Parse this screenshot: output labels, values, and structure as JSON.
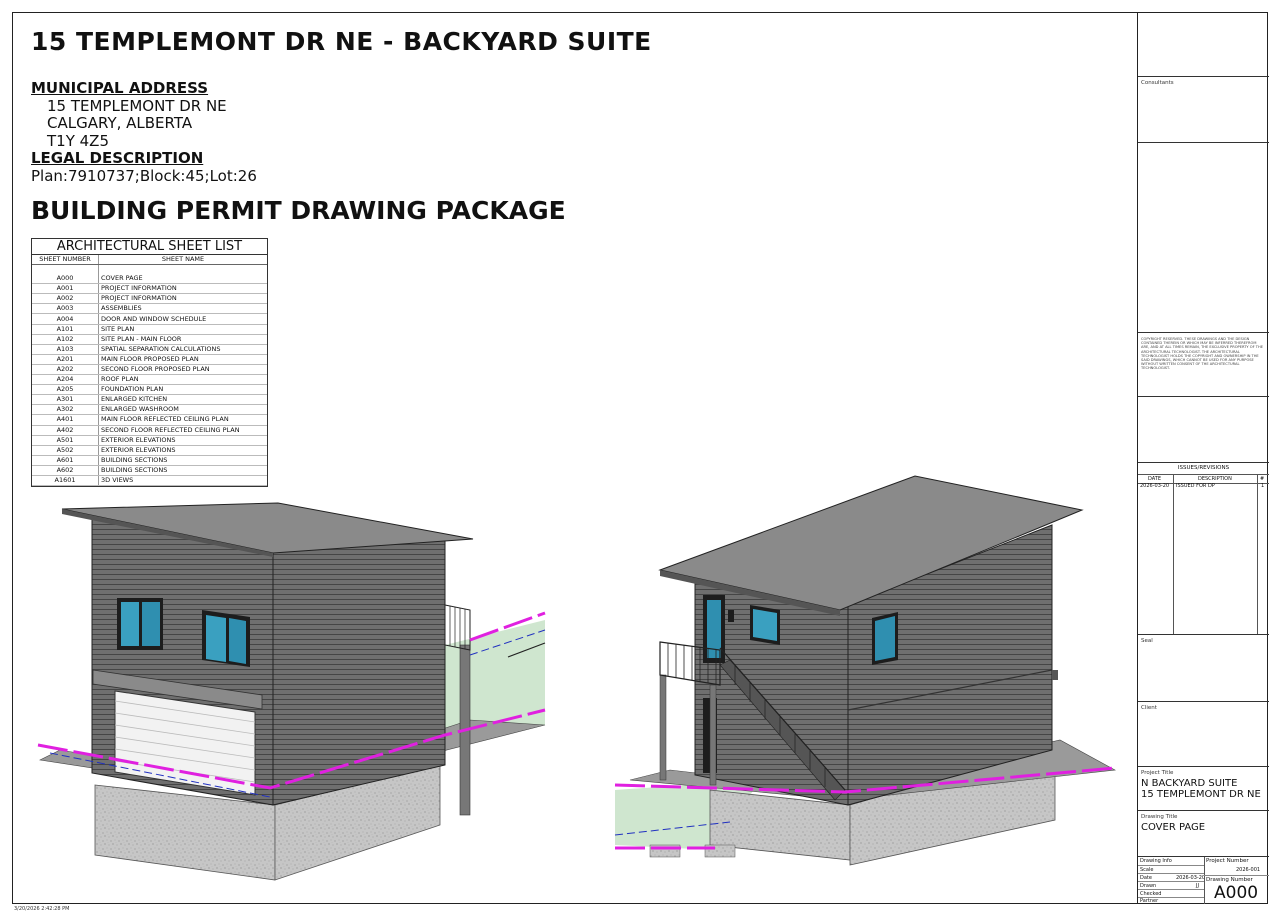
{
  "title": "15 TEMPLEMONT DR NE - BACKYARD SUITE",
  "municipal_address": {
    "heading": "MUNICIPAL ADDRESS",
    "lines": [
      "15 TEMPLEMONT DR NE",
      "CALGARY, ALBERTA",
      "T1Y 4Z5"
    ]
  },
  "legal_description": {
    "heading": "LEGAL DESCRIPTION",
    "text": "Plan:7910737;Block:45;Lot:26"
  },
  "package_title": "BUILDING PERMIT DRAWING PACKAGE",
  "sheet_list": {
    "title": "ARCHITECTURAL SHEET LIST",
    "col_number": "SHEET NUMBER",
    "col_name": "SHEET NAME",
    "rows": [
      {
        "num": "A000",
        "name": "COVER PAGE"
      },
      {
        "num": "A001",
        "name": "PROJECT INFORMATION"
      },
      {
        "num": "A002",
        "name": "PROJECT INFORMATION"
      },
      {
        "num": "A003",
        "name": "ASSEMBLIES"
      },
      {
        "num": "A004",
        "name": "DOOR AND WINDOW SCHEDULE"
      },
      {
        "num": "A101",
        "name": "SITE PLAN"
      },
      {
        "num": "A102",
        "name": "SITE PLAN - MAIN FLOOR"
      },
      {
        "num": "A103",
        "name": "SPATIAL SEPARATION CALCULATIONS"
      },
      {
        "num": "A201",
        "name": "MAIN FLOOR PROPOSED PLAN"
      },
      {
        "num": "A202",
        "name": "SECOND FLOOR PROPOSED PLAN"
      },
      {
        "num": "A204",
        "name": "ROOF PLAN"
      },
      {
        "num": "A205",
        "name": "FOUNDATION PLAN"
      },
      {
        "num": "A301",
        "name": "ENLARGED KITCHEN"
      },
      {
        "num": "A302",
        "name": "ENLARGED WASHROOM"
      },
      {
        "num": "A401",
        "name": "MAIN FLOOR REFLECTED CEILING PLAN"
      },
      {
        "num": "A402",
        "name": "SECOND FLOOR REFLECTED CEILING PLAN"
      },
      {
        "num": "A501",
        "name": "EXTERIOR ELEVATIONS"
      },
      {
        "num": "A502",
        "name": "EXTERIOR ELEVATIONS"
      },
      {
        "num": "A601",
        "name": "BUILDING SECTIONS"
      },
      {
        "num": "A602",
        "name": "BUILDING SECTIONS"
      },
      {
        "num": "A1601",
        "name": "3D VIEWS"
      }
    ]
  },
  "timestamp": "3/20/2026 2:42:28 PM",
  "title_block": {
    "consultants_label": "Consultants",
    "copyright_text": "COPYRIGHT RESERVED. THESE DRAWINGS AND THE DESIGN CONTAINED THEREIN OR WHICH MAY BE INFERRED THEREFROM ARE, AND AT ALL TIMES REMAIN, THE EXCLUSIVE PROPERTY OF THE ARCHITECTURAL TECHNOLOGIST. THE ARCHITECTURAL TECHNOLOGIST HOLDS THE COPYRIGHT AND OWNERSHIP IN THE SAID DRAWINGS, WHICH CANNOT BE USED FOR ANY PURPOSE WITHOUT WRITTEN CONSENT OF THE ARCHITECTURAL TECHNOLOGIST.",
    "revisions": {
      "title": "ISSUES/REVISIONS",
      "col_date": "DATE",
      "col_desc": "DESCRIPTION",
      "col_num": "#",
      "rows": [
        {
          "date": "2026-03-20",
          "desc": "ISSUED FOR DP",
          "num": "1"
        }
      ]
    },
    "seal_label": "Seal",
    "client_label": "Client",
    "project_title_label": "Project Title",
    "project_title_lines": [
      "N BACKYARD SUITE",
      "15 TEMPLEMONT DR NE"
    ],
    "drawing_title_label": "Drawing Title",
    "drawing_title": "COVER PAGE",
    "drawing_info_label": "Drawing Info",
    "scale_label": "Scale",
    "date_label": "Date",
    "date_value": "2026-03-20",
    "drawn_label": "Drawn",
    "drawn_value": "JJ",
    "checked_label": "Checked",
    "partner_label": "Partner",
    "project_number_label": "Project Number",
    "project_number": "2026-001",
    "drawing_number_label": "Drawing Number",
    "drawing_number": "A000"
  },
  "colors": {
    "siding": "#6f6f6f",
    "roof": "#8a8a8a",
    "concrete": "#c4c4c4",
    "glass": "#2f8fb0",
    "property_line": "#e020e0",
    "setback_line": "#2030c0",
    "grass": "#cfe6cf"
  }
}
